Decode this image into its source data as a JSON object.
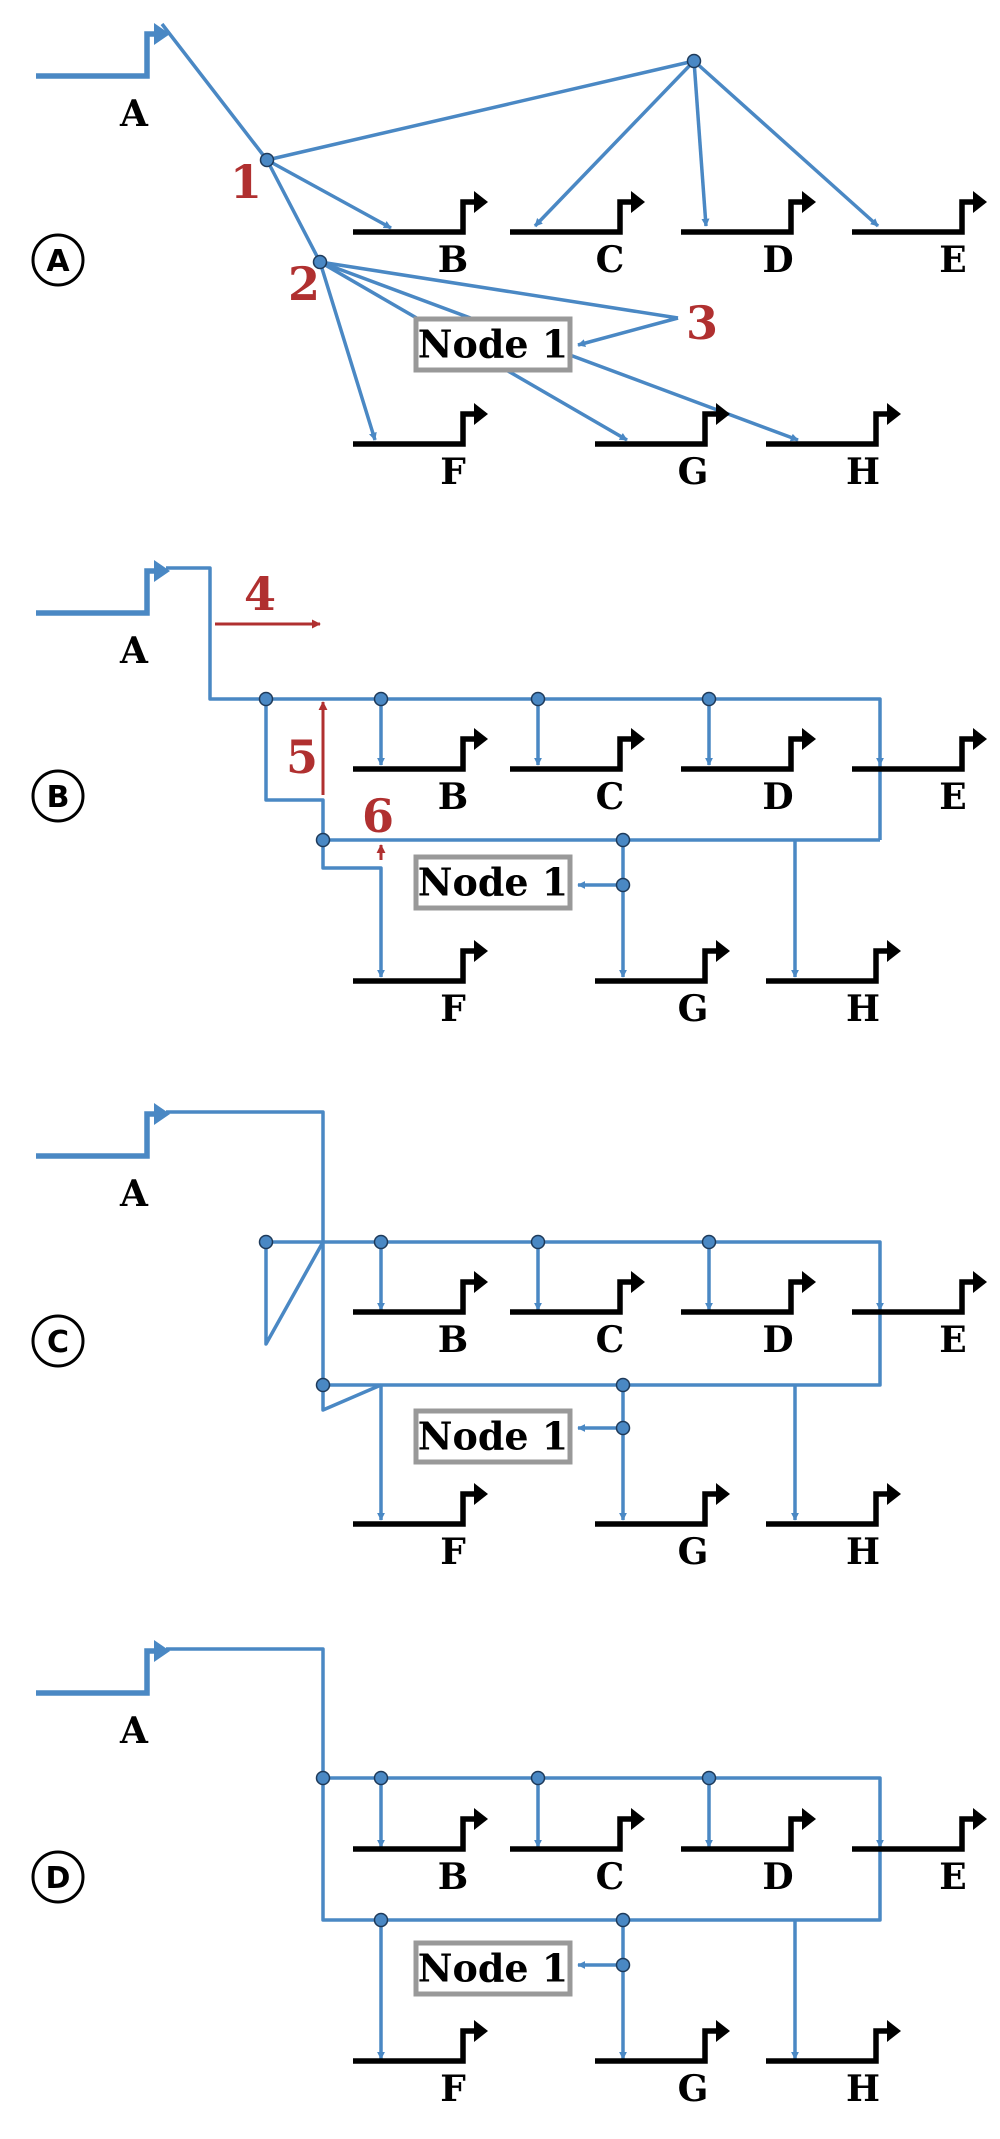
{
  "colors": {
    "wire": "#4a88c4",
    "gene": "#000000",
    "annotation": "#b03030",
    "node_box": "#999999",
    "dot": "#4a88c4"
  },
  "panels": [
    {
      "letter": "A",
      "numbers": [
        "1",
        "2",
        "3"
      ]
    },
    {
      "letter": "B",
      "numbers": [
        "4",
        "5",
        "6"
      ]
    },
    {
      "letter": "C",
      "numbers": []
    },
    {
      "letter": "D",
      "numbers": []
    }
  ],
  "genes": [
    "A",
    "B",
    "C",
    "D",
    "E",
    "F",
    "G",
    "H"
  ],
  "node_label": "Node 1"
}
